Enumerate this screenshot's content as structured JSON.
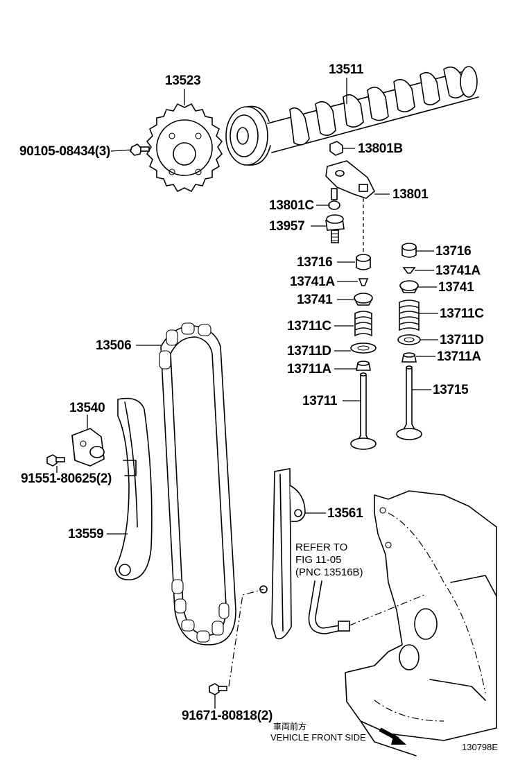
{
  "labels": {
    "camshaft": "13511",
    "cam_sprocket": "13523",
    "sprocket_bolt": "90105-08434(3)",
    "lash_adjuster_cap": "13801B",
    "rocker_arm": "13801",
    "rocker_bolt": "13801C",
    "plug_bolt": "13957",
    "lash_adjuster_left": "13716",
    "retainer_key_left": "13741A",
    "retainer_left": "13741",
    "spring_left": "13711C",
    "spring_seat_left": "13711D",
    "seal_left": "13711A",
    "intake_valve": "13711",
    "lash_adjuster_right": "13716",
    "retainer_key_right": "13741A",
    "retainer_right": "13741",
    "spring_right": "13711C",
    "spring_seat_right": "13711D",
    "seal_right": "13711A",
    "exhaust_valve": "13715",
    "chain": "13506",
    "tensioner": "13540",
    "tensioner_bolt": "91551-80625(2)",
    "slipper": "13559",
    "damper": "13561",
    "damper_bolt": "91671-80818(2)"
  },
  "note": {
    "line1": "REFER TO",
    "line2": "FIG 11-05",
    "line3": "(PNC 13516B)"
  },
  "direction": {
    "japanese": "車両前方",
    "english": "VEHICLE FRONT SIDE"
  },
  "figure_code": "130798E"
}
